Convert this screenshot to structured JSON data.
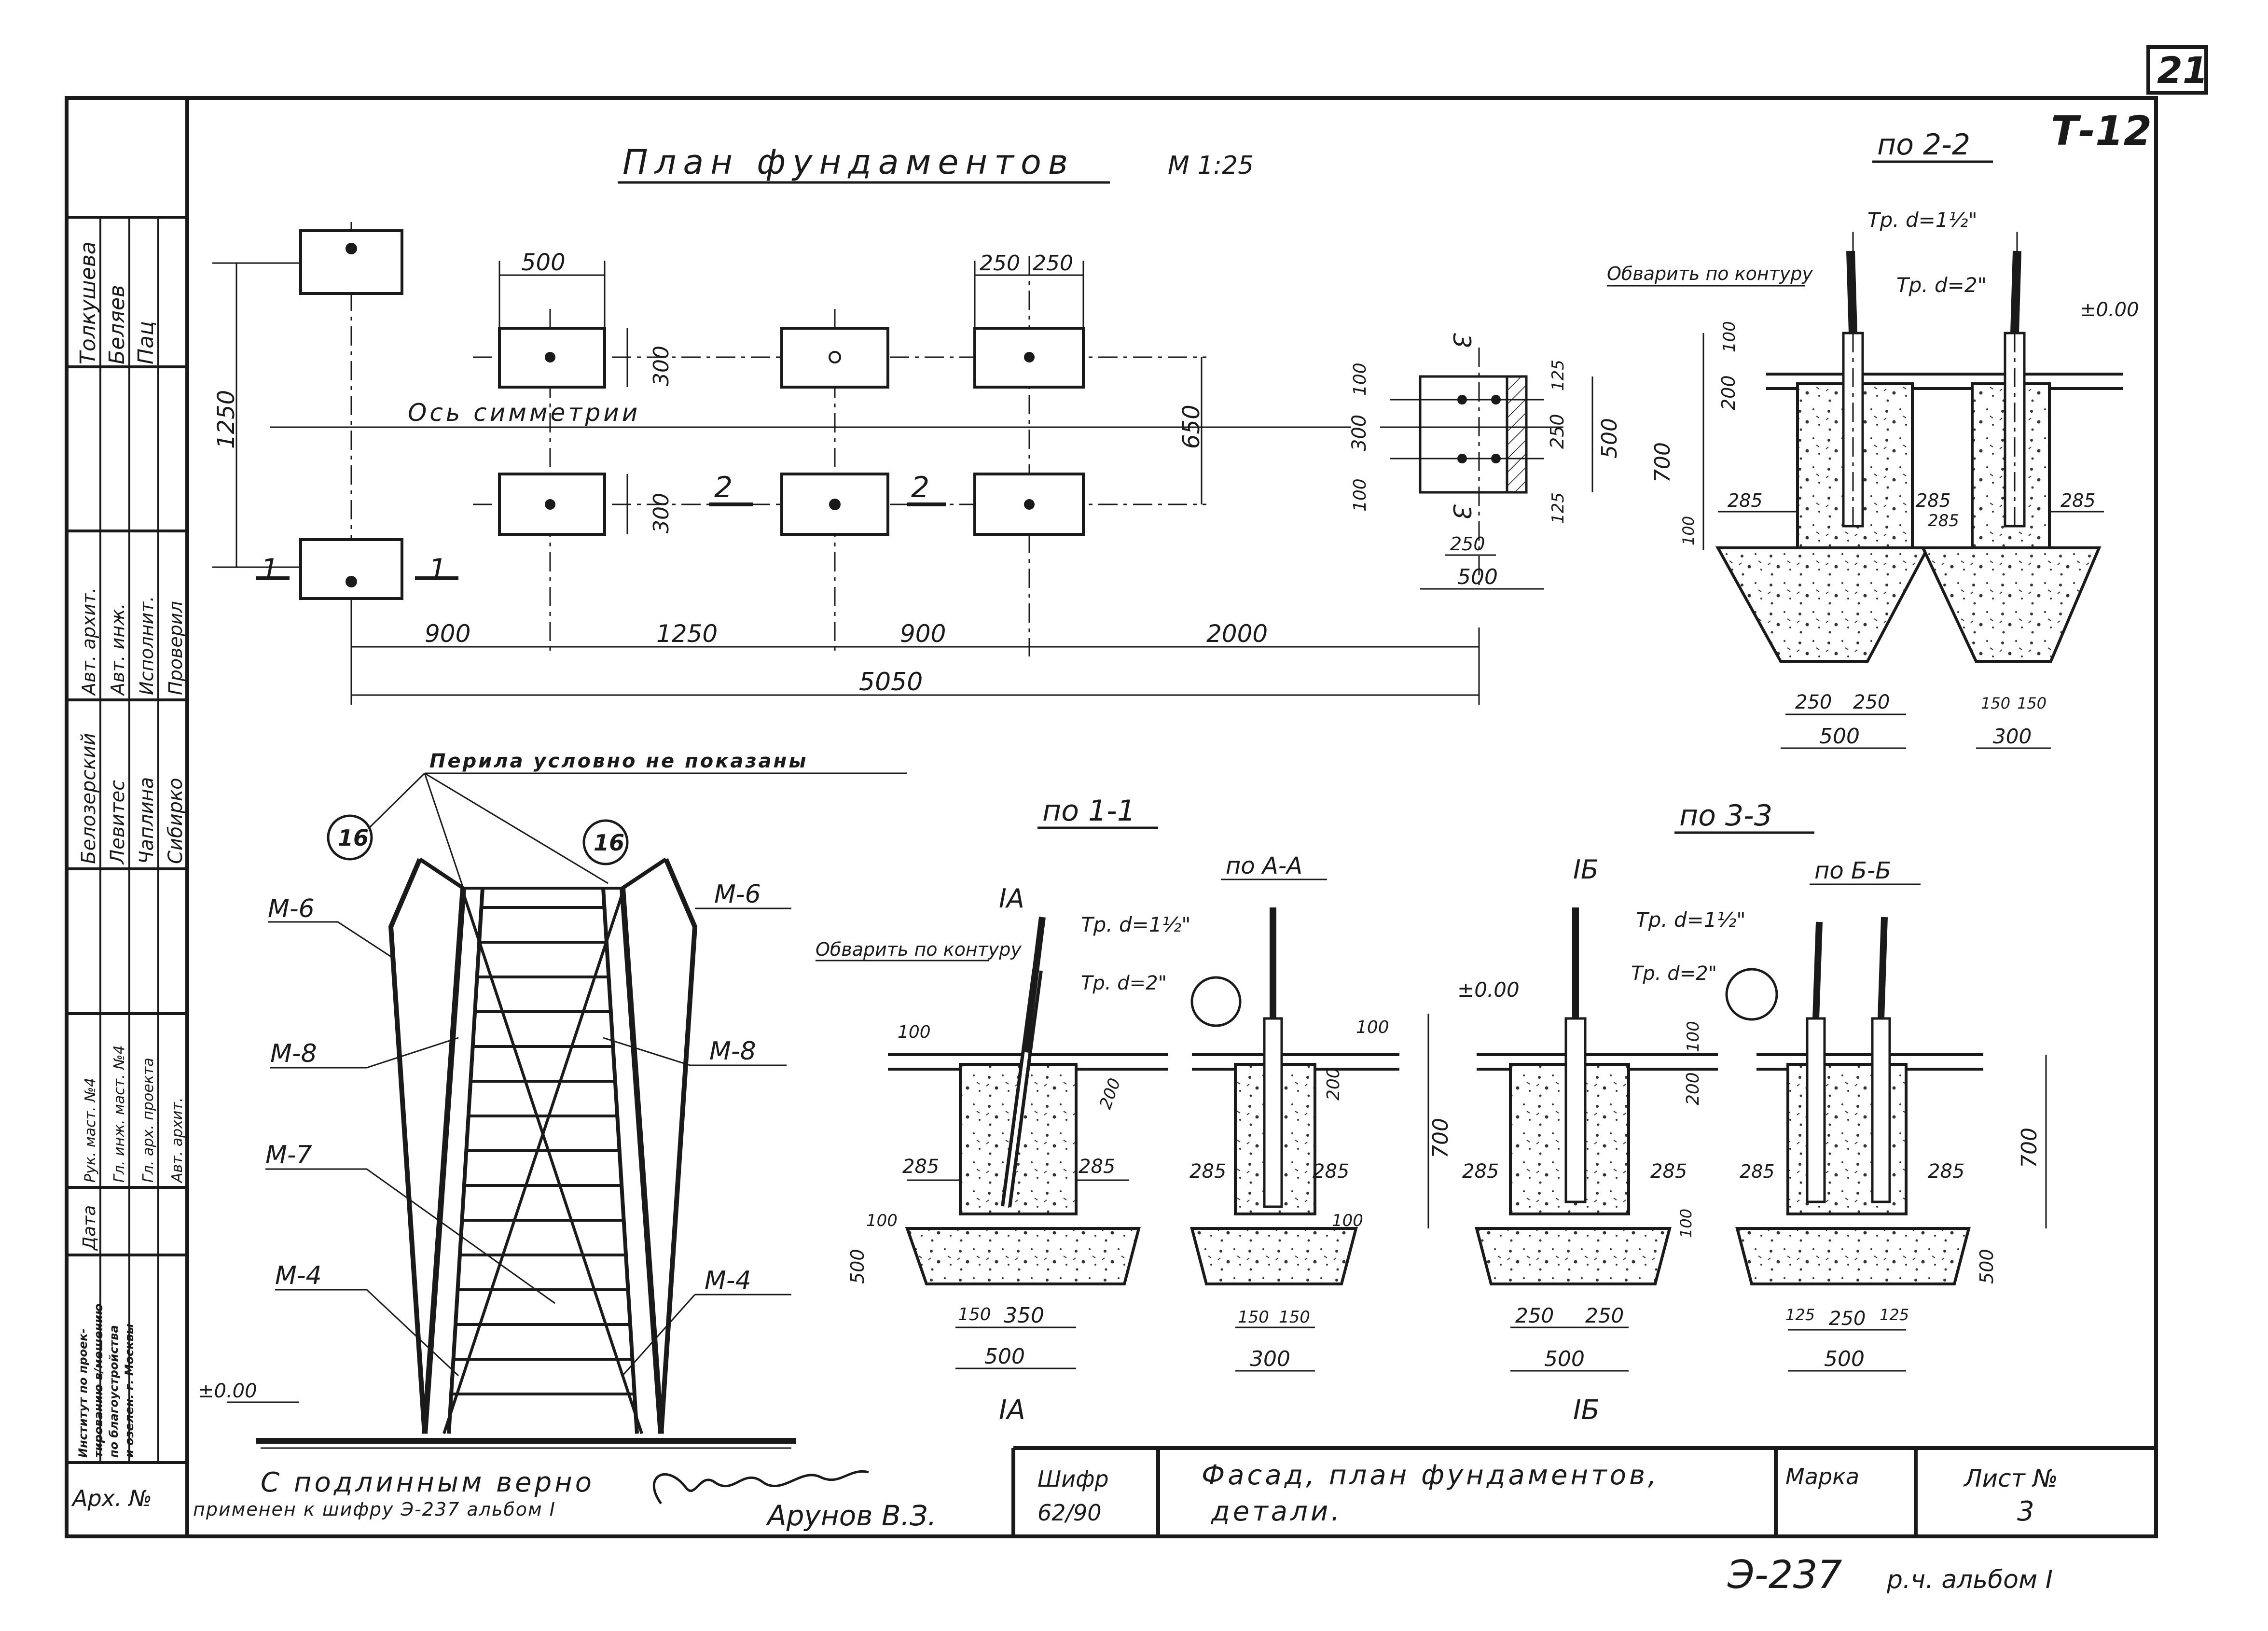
{
  "sheet": {
    "number_corner": "21",
    "series_code": "Т-12",
    "signature": "Арунов",
    "footer_code": "Э-237",
    "footer_album": "р.ч. альбом I"
  },
  "plan": {
    "title": "План фундаментов",
    "scale": "М 1:25",
    "axis_label": "Ось симметрии",
    "dims": {
      "w500": "500",
      "w250a": "250",
      "w250b": "250",
      "h300a": "300",
      "h300b": "300",
      "h1250": "1250",
      "h650": "650",
      "d900a": "900",
      "d1250": "1250",
      "d900b": "900",
      "d2000": "2000",
      "d5050": "5050",
      "sec2a": "2",
      "sec2b": "2",
      "sec1a": "1",
      "sec1b": "1"
    },
    "detail": {
      "d100a": "100",
      "d300": "300",
      "d100b": "100",
      "d125a": "125",
      "d250v": "250",
      "d125b": "125",
      "d500v": "500",
      "d250h": "250",
      "d500h": "500",
      "cut3a": "3",
      "cut3b": "3"
    }
  },
  "section22": {
    "title": "по 2-2",
    "weld": "Обварить по контуру",
    "pipe15": "Тр. d=1½\"",
    "pipe2": "Тр. d=2\"",
    "level": "±0.00",
    "d100": "100",
    "d200": "200",
    "d700": "700",
    "d100b": "100",
    "d285a": "285",
    "d285b": "285",
    "d285c": "285",
    "d285d": "285",
    "d250a": "250",
    "d250b": "250",
    "d500": "500",
    "d150a": "150",
    "d150b": "150",
    "d300": "300"
  },
  "facade": {
    "note": "Перила условно не показаны",
    "m6l": "М-6",
    "m6r": "М-6",
    "m8l": "М-8",
    "m8r": "М-8",
    "m7": "М-7",
    "m4l": "М-4",
    "m4r": "М-4",
    "c16a": "16",
    "c16b": "16",
    "level": "±0.00"
  },
  "section11": {
    "title": "по 1-1",
    "cutA_top": "IА",
    "cutA_bottom": "IА",
    "weld": "Обварить по контуру",
    "pipe15": "Тр. d=1½\"",
    "pipe2": "Тр. d=2\"",
    "d100": "100",
    "d200": "200",
    "d285a": "285",
    "d285b": "285",
    "d100b": "100",
    "d500": "500",
    "d150": "150",
    "d350": "350",
    "d500b": "500"
  },
  "sectionAA": {
    "title": "по А-А",
    "d100": "100",
    "d200": "200",
    "d285a": "285",
    "d285b": "285",
    "d100b": "100",
    "d150a": "150",
    "d150b": "150",
    "d300": "300"
  },
  "section33": {
    "title": "по 3-3",
    "cutB_top": "IБ",
    "cutB_bottom": "IБ",
    "level": "±0.00",
    "pipe15": "Тр. d=1½\"",
    "pipe2": "Тр. d=2\"",
    "d700": "700",
    "d100": "100",
    "d200": "200",
    "d285a": "285",
    "d285b": "285",
    "d100b": "100",
    "d250a": "250",
    "d250b": "250",
    "d500": "500"
  },
  "sectionBB": {
    "title": "по Б-Б",
    "d285a": "285",
    "d285b": "285",
    "d700": "700",
    "d500": "500",
    "d125a": "125",
    "d250": "250",
    "d125b": "125",
    "d500b": "500"
  },
  "side_stamp": {
    "names1": [
      "Толкушева",
      "Беляев",
      "Пац"
    ],
    "roles": [
      "Авт. архит.",
      "Авт. инж.",
      "Исполнит.",
      "Проверил"
    ],
    "names2": [
      "Белозерский",
      "Левитес",
      "Чаплина",
      "Сибирко"
    ],
    "roles2": [
      "Рук. маст. №4",
      "Гл. инж. маст. №4",
      "Гл. арх. проекта",
      "Авт. архит."
    ],
    "date_label": "Дата",
    "institute": [
      "Институт по проек-",
      "тированию в/мешению",
      "по благоустройства",
      "и озелен. г. Москвы"
    ],
    "arch_no": "Арх. №"
  },
  "title_block": {
    "certified": "С подлинным верно",
    "applied": "применен к шифру Э-237 альбом I",
    "signer": "Арунов В.З.",
    "cipher_label": "Шифр",
    "cipher_value": "62/90",
    "title_line1": "Фасад, план фундаментов,",
    "title_line2": "детали.",
    "mark_label": "Марка",
    "sheet_label": "Лист №",
    "sheet_value": "3"
  }
}
